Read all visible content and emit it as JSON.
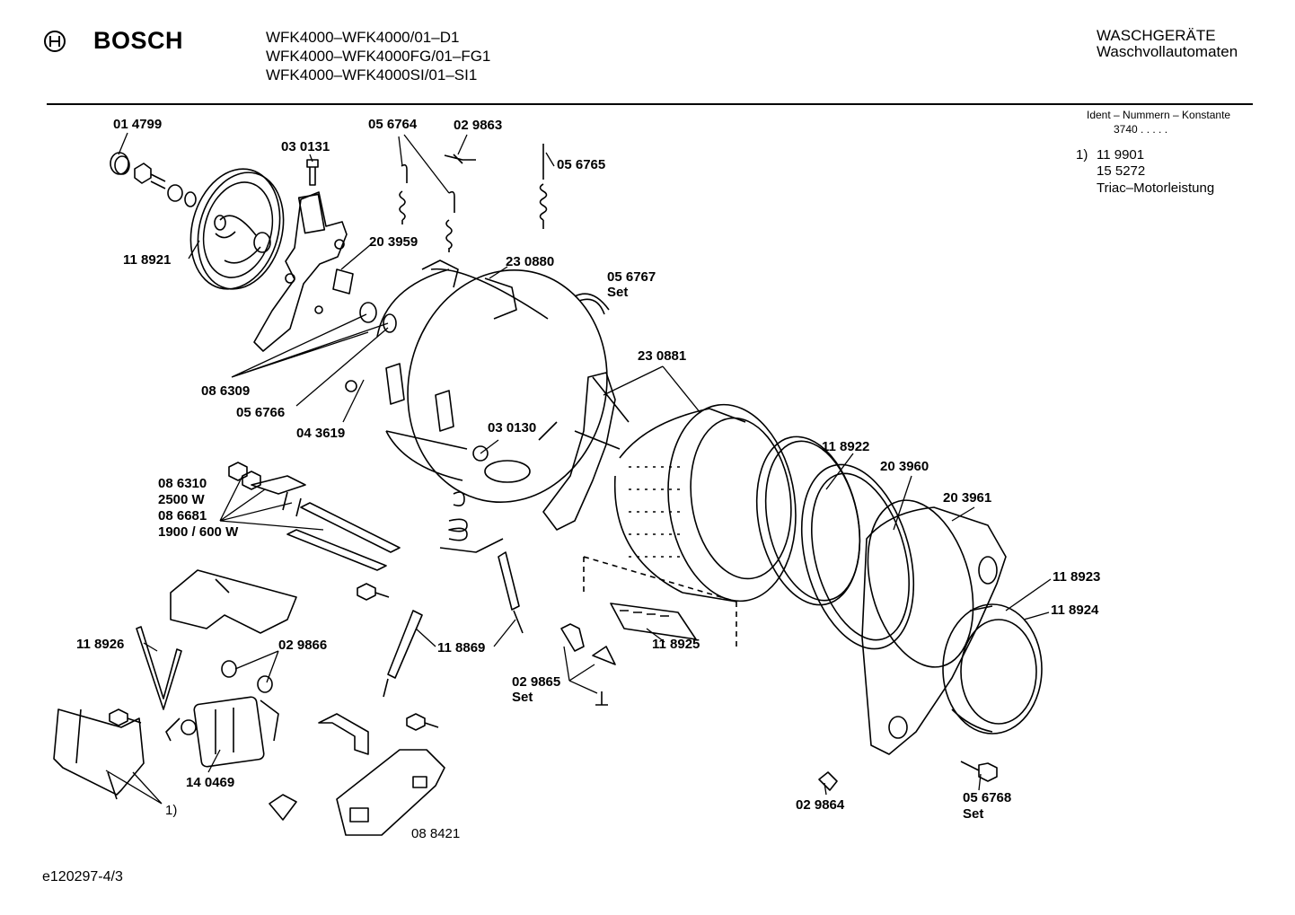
{
  "header": {
    "brand": "BOSCH",
    "models": [
      "WFK4000–WFK4000/01–D1",
      "WFK4000–WFK4000FG/01–FG1",
      "WFK4000–WFK4000SI/01–SI1"
    ],
    "category": "WASCHGERÄTE",
    "subcategory": "Waschvollautomaten"
  },
  "ident": {
    "title": "Ident – Nummern – Konstante",
    "value": "3740  .   .   .   .   .",
    "footnote_marker": "1)",
    "footnote_lines": [
      "11  9901",
      "15 5272",
      "Triac–Motorleistung"
    ]
  },
  "parts": [
    {
      "id": "p1",
      "text": "01 4799"
    },
    {
      "id": "p2",
      "text": "03 0131"
    },
    {
      "id": "p3",
      "text": "05 6764"
    },
    {
      "id": "p4",
      "text": "02 9863"
    },
    {
      "id": "p5",
      "text": "05 6765"
    },
    {
      "id": "p6",
      "text": "11 8921"
    },
    {
      "id": "p7",
      "text": "20 3959"
    },
    {
      "id": "p8",
      "text": "23 0880"
    },
    {
      "id": "p9",
      "text": "05 6767"
    },
    {
      "id": "p10",
      "text": "Set"
    },
    {
      "id": "p11",
      "text": "08 6309"
    },
    {
      "id": "p12",
      "text": "05 6766"
    },
    {
      "id": "p13",
      "text": "04 3619"
    },
    {
      "id": "p14",
      "text": "23 0881"
    },
    {
      "id": "p15",
      "text": "03 0130"
    },
    {
      "id": "p16",
      "text": "11 8922"
    },
    {
      "id": "p17",
      "text": "20 3960"
    },
    {
      "id": "p18",
      "text": "20 3961"
    },
    {
      "id": "p19",
      "text": "08 6310"
    },
    {
      "id": "p20",
      "text": "2500 W"
    },
    {
      "id": "p21",
      "text": "08 6681"
    },
    {
      "id": "p22",
      "text": "1900 / 600 W"
    },
    {
      "id": "p23",
      "text": "11 8923"
    },
    {
      "id": "p24",
      "text": "11 8924"
    },
    {
      "id": "p25",
      "text": "11 8926"
    },
    {
      "id": "p26",
      "text": "02 9866"
    },
    {
      "id": "p27",
      "text": "11 8869"
    },
    {
      "id": "p28",
      "text": "11 8925"
    },
    {
      "id": "p29",
      "text": "02 9865"
    },
    {
      "id": "p30",
      "text": "Set"
    },
    {
      "id": "p31",
      "text": "14 0469"
    },
    {
      "id": "p32",
      "text": "1)"
    },
    {
      "id": "p33",
      "text": "02 9864"
    },
    {
      "id": "p34",
      "text": "05 6768"
    },
    {
      "id": "p35",
      "text": "Set"
    },
    {
      "id": "p36",
      "text": "08 8421"
    }
  ],
  "footer": {
    "drawing_id": "e120297-4/3"
  }
}
